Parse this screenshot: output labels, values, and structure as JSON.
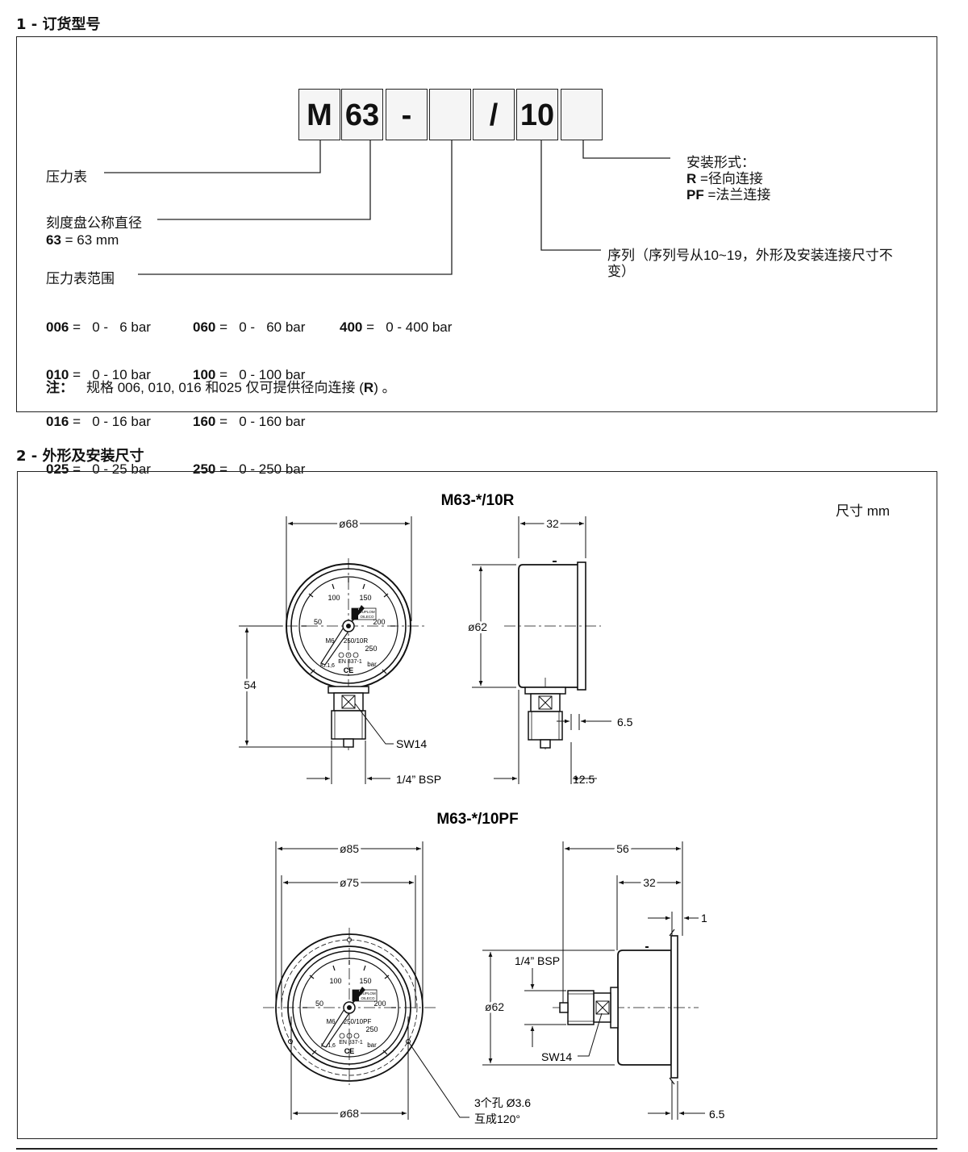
{
  "section1": {
    "title": "1 - 订货型号",
    "code_cells": [
      "M",
      "63",
      "-",
      "",
      "/",
      "10",
      ""
    ],
    "label_gauge": "压力表",
    "label_dial": "刻度盘公称直径",
    "dial_key": "63",
    "dial_value": " = 63 mm",
    "label_range": "压力表范围",
    "ranges_col1": [
      {
        "code": "006",
        "value": " =   0 -   6 bar"
      },
      {
        "code": "010",
        "value": " =   0 - 10 bar"
      },
      {
        "code": "016",
        "value": " =   0 - 16 bar"
      },
      {
        "code": "025",
        "value": " =   0 - 25 bar"
      }
    ],
    "ranges_col2": [
      {
        "code": "060",
        "value": " =   0 -   60 bar"
      },
      {
        "code": "100",
        "value": " =   0 - 100 bar"
      },
      {
        "code": "160",
        "value": " =   0 - 160 bar"
      },
      {
        "code": "250",
        "value": " =   0 - 250 bar"
      }
    ],
    "ranges_col3": [
      {
        "code": "400",
        "value": " =   0 - 400 bar"
      }
    ],
    "note_label": "注：",
    "note_text_a": "规格 006, 010, 016 和025 仅可提供径向连接 (",
    "note_text_b": "R",
    "note_text_c": ") 。",
    "mount_title": "安装形式：",
    "mount_r_key": "R",
    "mount_r_val": "  =径向连接",
    "mount_pf_key": "PF",
    "mount_pf_val": " =法兰连接",
    "series_text_1": "序列（序列号从10~19，外形及安装连接尺寸不",
    "series_text_2": "变）"
  },
  "section2": {
    "title": "2 - 外形及安装尺寸",
    "unit_note": "尺寸    mm",
    "fig1_title": "M63-*/10R",
    "fig2_title": "M63-*/10PF",
    "fig1": {
      "d68": "ø68",
      "d32": "32",
      "d62": "ø62",
      "d54": "54",
      "sw14": "SW14",
      "bsp": "1/4” BSP",
      "d65": "6.5",
      "d125": "12.5",
      "dial": {
        "n100": "100",
        "n150": "150",
        "n50": "50",
        "n200": "200",
        "n250": "250",
        "model": "M6",
        "model2": "250/10R",
        "kl": "Kl.1,6",
        "en": "EN 837-1",
        "bar": "bar",
        "ce": "CE",
        "brand1": "DUPLOM",
        "brand2": "OILECO"
      }
    },
    "fig2": {
      "d85": "ø85",
      "d75": "ø75",
      "d68": "ø68",
      "d56": "56",
      "d32": "32",
      "d1": "1",
      "bsp": "1/4” BSP",
      "d62": "ø62",
      "sw14": "SW14",
      "d65": "6.5",
      "holes1": "3个孔  Ø3.6",
      "holes2": "互成120°",
      "dial": {
        "n100": "100",
        "n150": "150",
        "n50": "50",
        "n200": "200",
        "n250": "250",
        "model": "M6",
        "model2": "250/10PF",
        "kl": "Kl.1,6",
        "en": "EN 837-1",
        "bar": "bar",
        "ce": "CE",
        "brand1": "DUPLOM",
        "brand2": "OILECO"
      }
    }
  }
}
